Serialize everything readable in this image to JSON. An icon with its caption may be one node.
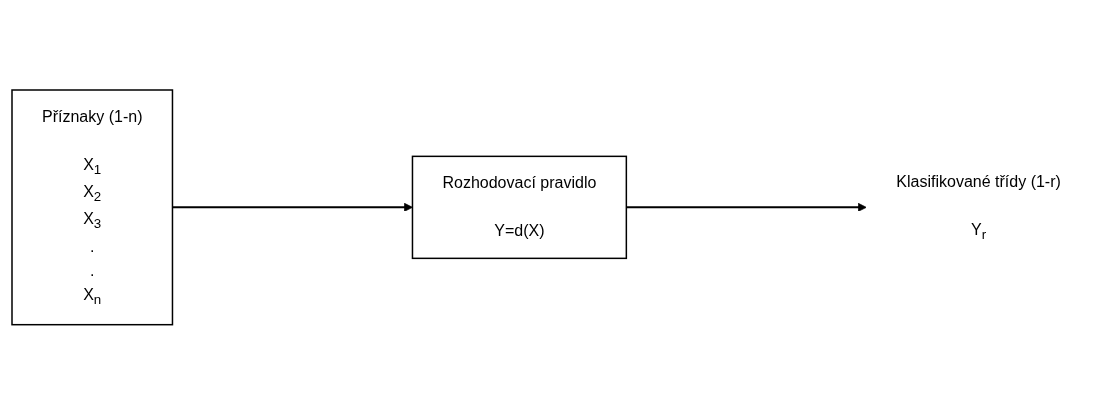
{
  "diagram": {
    "nodes": [
      {
        "text": [
          "Příznaky (1-n)",
          "X$_{1}$ X$_{2}$ X$_{3}$ . . X$_{n}$"
        ]
      },
      {
        "text": [
          "Rozhodovací pravidlo",
          "Y=d(X)"
        ]
      },
      {
        "text": [
          "Klasifikované třídy (1-r)",
          "Y$_{r}$"
        ]
      }
    ],
    "edges": [
      {
        "from": 0,
        "to": 1,
        "arrow": "to"
      },
      {
        "from": 1,
        "to": 2,
        "arrow": "to"
      }
    ]
  }
}
